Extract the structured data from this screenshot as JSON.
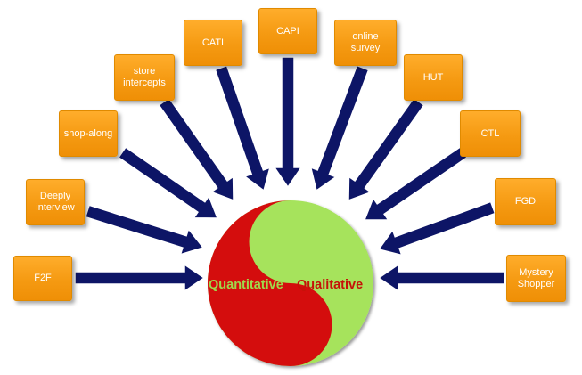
{
  "methods": {
    "left": [
      {
        "id": "f2f",
        "label": "F2F"
      },
      {
        "id": "deeply-interview",
        "label": "Deeply interview"
      },
      {
        "id": "shop-along",
        "label": "shop-along"
      },
      {
        "id": "store-intercepts",
        "label": "store intercepts"
      },
      {
        "id": "cati",
        "label": "CATI"
      },
      {
        "id": "capi",
        "label": "CAPI"
      }
    ],
    "right": [
      {
        "id": "online-survey",
        "label": "online survey"
      },
      {
        "id": "hut",
        "label": "HUT"
      },
      {
        "id": "ctl",
        "label": "CTL"
      },
      {
        "id": "fgd",
        "label": "FGD"
      },
      {
        "id": "mystery-shopper",
        "label": "Mystery Shopper"
      }
    ]
  },
  "center": {
    "quantitative_label": "Quantitative",
    "qualitative_label": "Qualitative"
  },
  "colors": {
    "box": "#f59a12",
    "arrow": "#0d1566",
    "quantitative": "#d40d0d",
    "qualitative": "#a6e35c",
    "quantitative_text": "#9fd94b",
    "qualitative_text": "#c51208"
  }
}
